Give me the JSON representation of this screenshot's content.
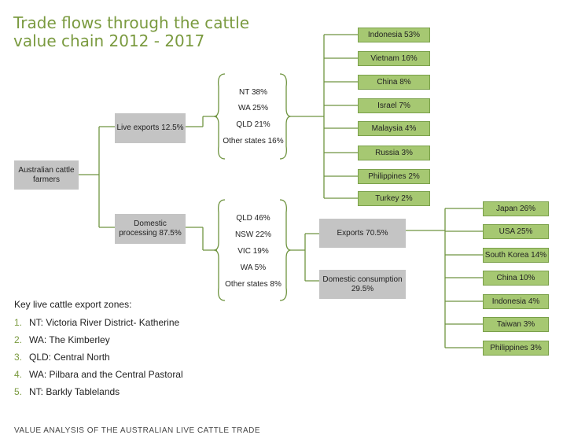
{
  "title": "Trade flows through the cattle value chain 2012 - 2017",
  "root": "Australian cattle farmers",
  "live_exports": {
    "label": "Live exports 12.5%",
    "states": [
      "NT 38%",
      "WA  25%",
      "QLD 21%",
      "Other states 16%"
    ],
    "destinations": [
      "Indonesia 53%",
      "Vietnam 16%",
      "China 8%",
      "Israel 7%",
      "Malaysia 4%",
      "Russia 3%",
      "Philippines 2%",
      "Turkey 2%"
    ]
  },
  "domestic_processing": {
    "label": "Domestic processing 87.5%",
    "states": [
      "QLD 46%",
      "NSW 22%",
      "VIC 19%",
      "WA 5%",
      "Other states 8%"
    ],
    "exports": {
      "label": "Exports 70.5%",
      "destinations": [
        "Japan 26%",
        "USA 25%",
        "South Korea 14%",
        "China 10%",
        "Indonesia 4%",
        "Taiwan 3%",
        "Philippines 3%"
      ]
    },
    "domestic_consumption": "Domestic consumption 29.5%"
  },
  "key": {
    "title": "Key live cattle export zones:",
    "items": [
      {
        "num": "1.",
        "text": "NT: Victoria River District- Katherine"
      },
      {
        "num": "2.",
        "text": "WA: The Kimberley"
      },
      {
        "num": "3.",
        "text": "QLD: Central North"
      },
      {
        "num": "4.",
        "text": "WA: Pilbara and the Central Pastoral"
      },
      {
        "num": "5.",
        "text": "NT: Barkly Tablelands"
      }
    ]
  },
  "footer": "VALUE ANALYSIS OF THE AUSTRALIAN LIVE CATTLE TRADE"
}
